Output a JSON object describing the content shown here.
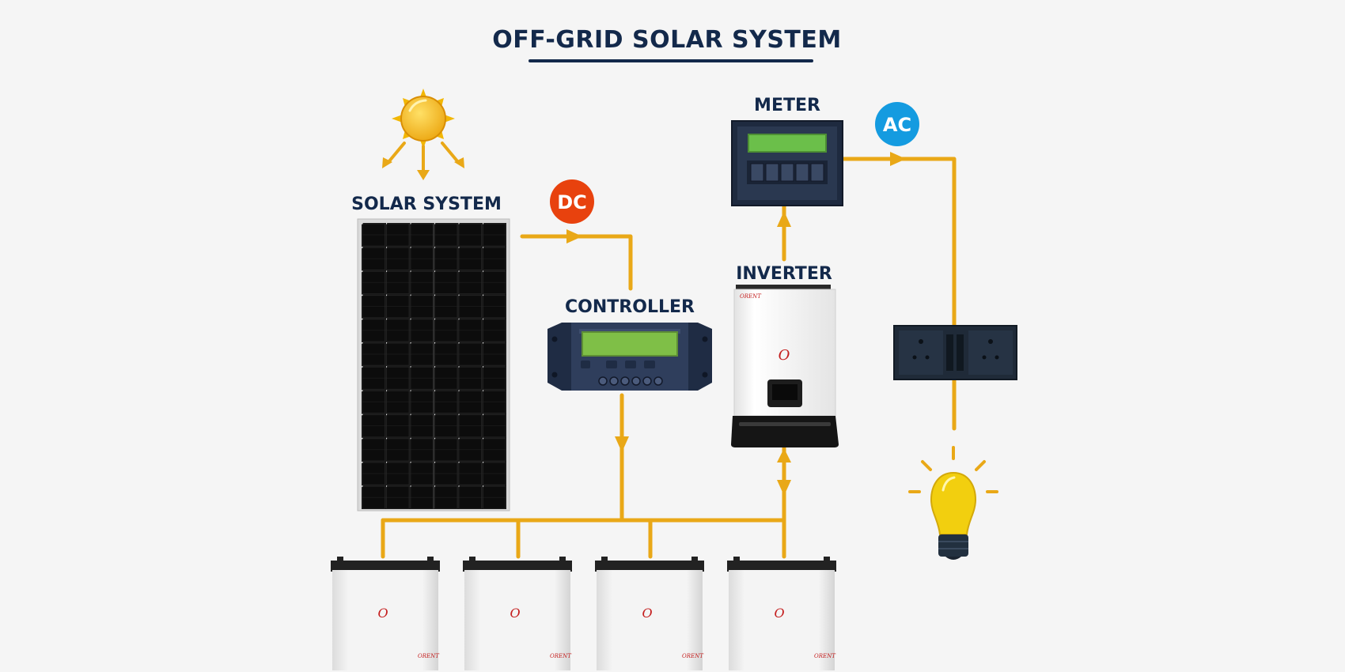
{
  "title": "OFF-GRID SOLAR SYSTEM",
  "labels": {
    "solar": "SOLAR SYSTEM",
    "controller": "CONTROLLER",
    "inverter": "INVERTER",
    "meter": "METER"
  },
  "badges": {
    "dc": "DC",
    "ac": "AC"
  },
  "colors": {
    "wire": "#E9A817",
    "dc_badge": "#E8420E",
    "ac_badge": "#149BE0",
    "title": "#13294B",
    "panel": "#1A1A1A",
    "device_navy": "#2B3A55",
    "lcd_green": "#86C24A",
    "battery_body": "#EDEDED",
    "bulb": "#F2CF0F"
  },
  "icons": {
    "sun": "sun-icon",
    "bulb": "light-bulb-icon",
    "socket": "wall-socket-icon"
  },
  "device_branding": {
    "logo_glyph": "O",
    "small_brand": "ORENT"
  }
}
